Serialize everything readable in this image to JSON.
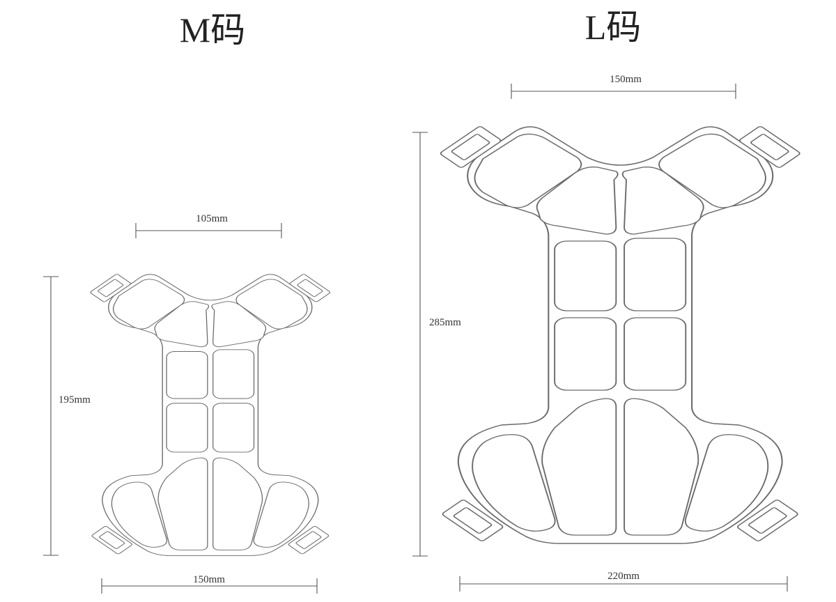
{
  "sizes": {
    "m": {
      "title": "M码",
      "top_width": "105mm",
      "height": "195mm",
      "bottom_width": "150mm"
    },
    "l": {
      "title": "L码",
      "top_width": "150mm",
      "height": "285mm",
      "bottom_width": "220mm"
    }
  }
}
